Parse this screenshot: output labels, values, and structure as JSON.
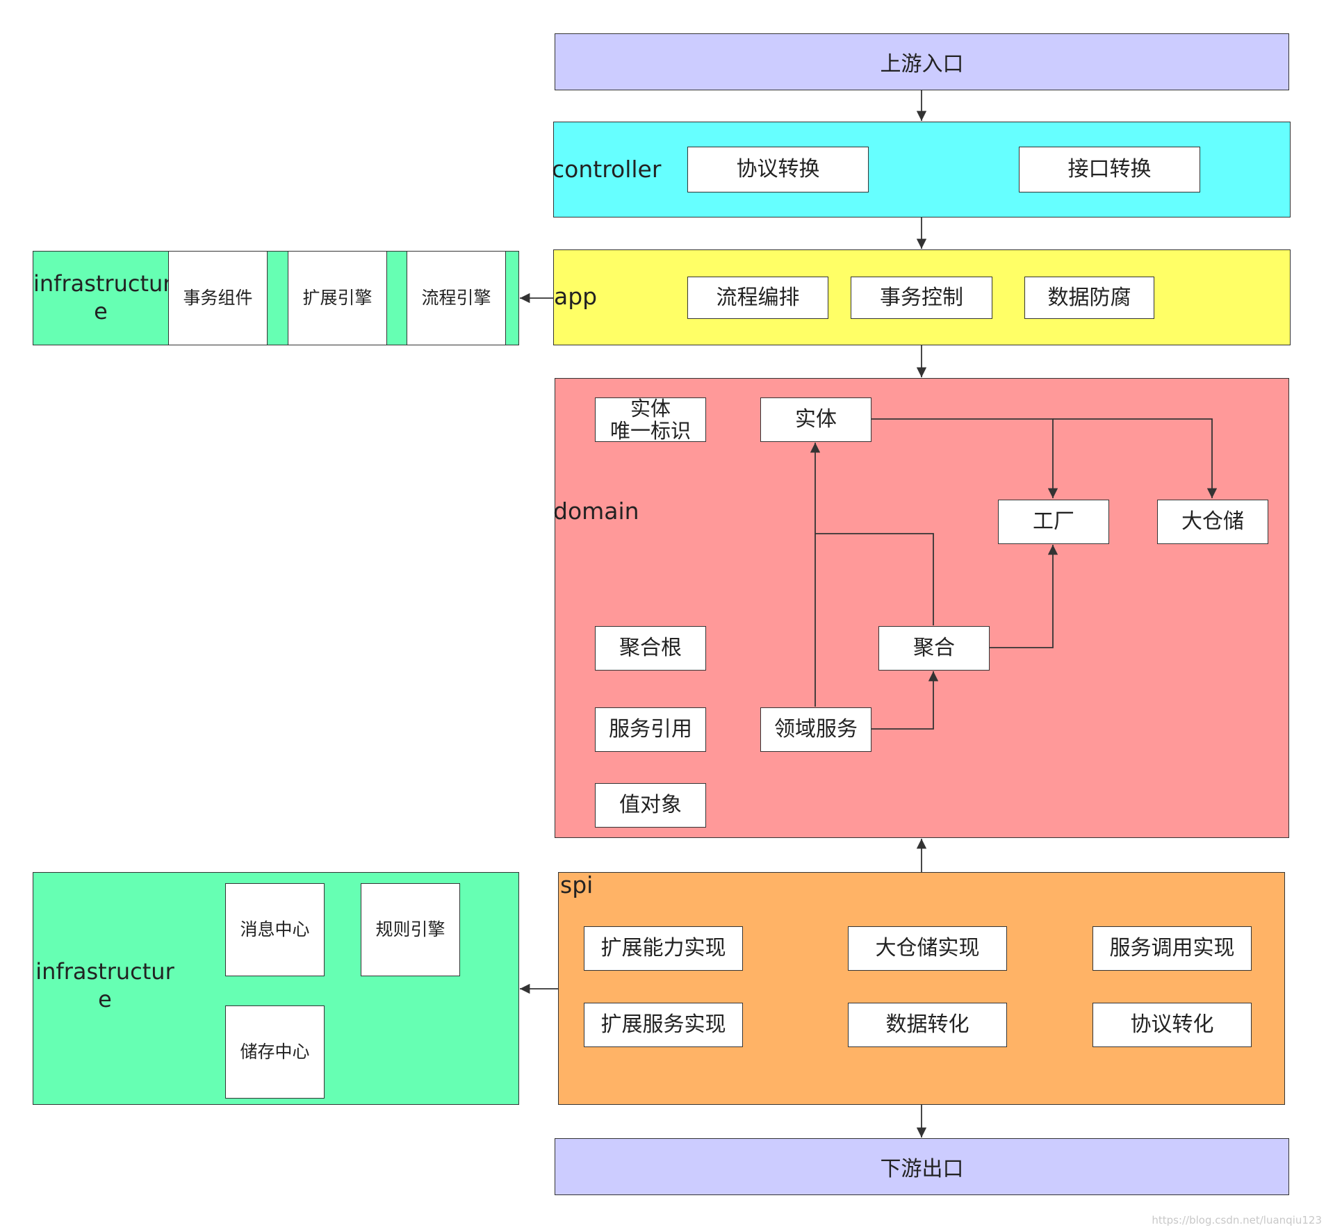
{
  "colors": {
    "entry": "#ccccff",
    "controller": "#66ffff",
    "app": "#ffff66",
    "domain": "#ff9999",
    "spi": "#ffb366",
    "infrastructure": "#66ffb3",
    "line": "#333333"
  },
  "upstream": {
    "label": "上游入口"
  },
  "controller": {
    "label": "controller",
    "items": [
      "协议转换",
      "接口转换"
    ]
  },
  "app": {
    "label": "app",
    "items": [
      "流程编排",
      "事务控制",
      "数据防腐"
    ]
  },
  "infra_top": {
    "label_line1": "infrastructur",
    "label_line2": "e",
    "items": [
      "事务组件",
      "扩展引擎",
      "流程引擎"
    ]
  },
  "domain": {
    "label": "domain",
    "entity_id_line1": "实体",
    "entity_id_line2": "唯一标识",
    "entity": "实体",
    "factory": "工厂",
    "repository": "大仓储",
    "aggregate_root": "聚合根",
    "aggregate": "聚合",
    "service_ref": "服务引用",
    "domain_service": "领域服务",
    "value_object": "值对象"
  },
  "spi": {
    "label": "spi",
    "items": [
      "扩展能力实现",
      "大仓储实现",
      "服务调用实现",
      "扩展服务实现",
      "数据转化",
      "协议转化"
    ]
  },
  "infra_bottom": {
    "label_line1": "infrastructur",
    "label_line2": "e",
    "items": [
      "消息中心",
      "规则引擎",
      "储存中心"
    ]
  },
  "downstream": {
    "label": "下游出口"
  },
  "watermark": "https://blog.csdn.net/luanqiu123"
}
